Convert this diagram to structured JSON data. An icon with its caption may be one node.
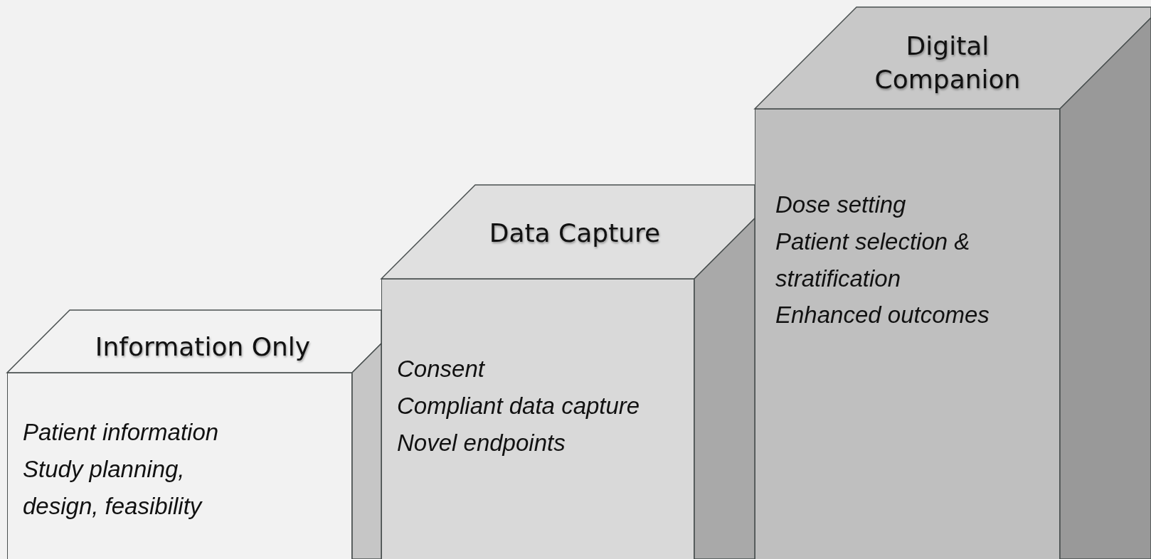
{
  "diagram": {
    "nodes": [
      {
        "text": [
          "Information Only",
          "Patient information",
          "Study planning, design, feasibility"
        ]
      },
      {
        "text": [
          "Data Capture",
          "Consent",
          "Compliant data capture",
          "Novel endpoints"
        ]
      },
      {
        "text": [
          "Digital Companion",
          "Dose setting",
          "Patient selection & stratification",
          "Enhanced outcomes"
        ]
      }
    ]
  }
}
